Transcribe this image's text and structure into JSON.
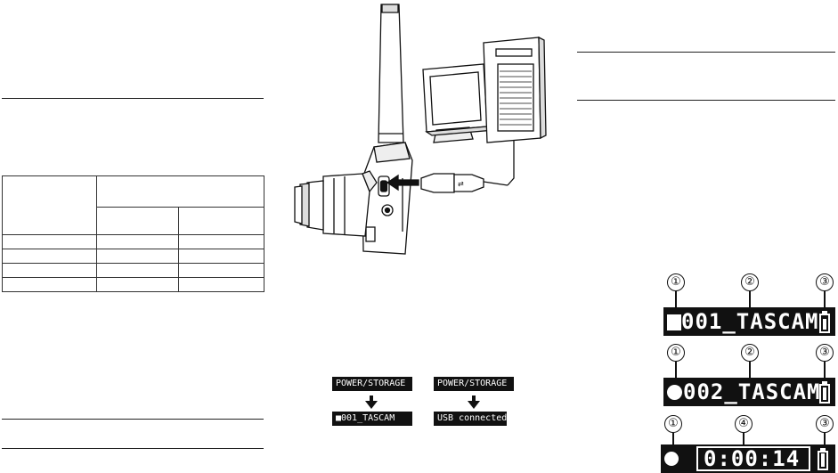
{
  "table": {
    "rows": 4,
    "cols": 3
  },
  "lcd_small": [
    {
      "top_label": "POWER/STORAGE",
      "bottom_text": "■001_TASCAM",
      "bottom_icon": "battery-icon"
    },
    {
      "top_label": "POWER/STORAGE",
      "bottom_text": "USB connected"
    }
  ],
  "displays": [
    {
      "callouts": [
        "①",
        "②",
        "③"
      ],
      "status_icon": "stop-square",
      "text": "001_TASCAM"
    },
    {
      "callouts": [
        "①",
        "②",
        "③"
      ],
      "status_icon": "record-circle",
      "text": "002_TASCAM"
    },
    {
      "callouts": [
        "①",
        "④",
        "③"
      ],
      "status_icon": "record-circle",
      "text": "0:00:14"
    }
  ],
  "colors": {
    "lcd_background": "#111111",
    "lcd_text": "#ffffff",
    "line": "#222222"
  }
}
